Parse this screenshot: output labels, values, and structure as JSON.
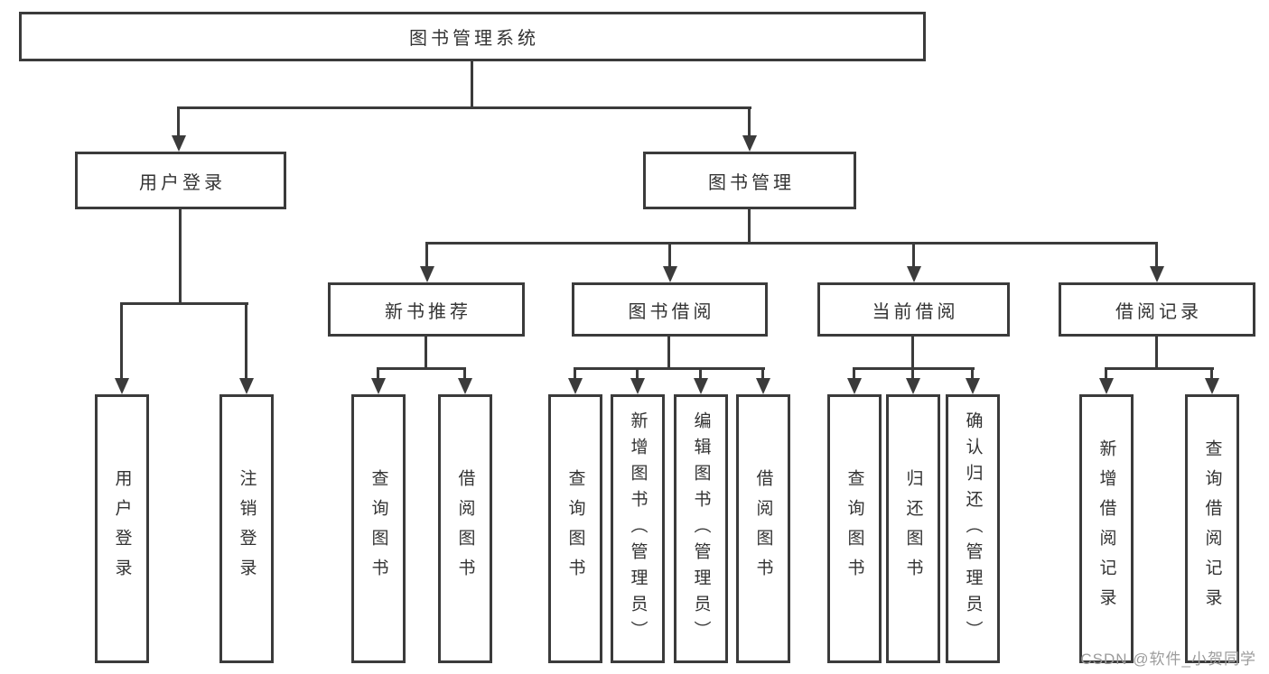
{
  "tree": {
    "root": {
      "label": "图书管理系统"
    },
    "branches": [
      {
        "label": "用户登录",
        "children": [
          {
            "label": "用户登录"
          },
          {
            "label": "注销登录"
          }
        ]
      },
      {
        "label": "图书管理",
        "children": [
          {
            "label": "新书推荐",
            "children": [
              {
                "label": "查询图书"
              },
              {
                "label": "借阅图书"
              }
            ]
          },
          {
            "label": "图书借阅",
            "children": [
              {
                "label": "查询图书"
              },
              {
                "label": "新增图书（管理员）"
              },
              {
                "label": "编辑图书（管理员）"
              },
              {
                "label": "借阅图书"
              }
            ]
          },
          {
            "label": "当前借阅",
            "children": [
              {
                "label": "查询图书"
              },
              {
                "label": "归还图书"
              },
              {
                "label": "确认归还（管理员）"
              }
            ]
          },
          {
            "label": "借阅记录",
            "children": [
              {
                "label": "新增借阅记录"
              },
              {
                "label": "查询借阅记录"
              }
            ]
          }
        ]
      }
    ]
  },
  "watermark": {
    "text": "CSDN @软件_小贺同学"
  },
  "colors": {
    "line": "#3b3b3b",
    "text": "#333333",
    "box_bg": "#ffffff",
    "page_bg": "#ffffff",
    "watermark": "#9c9c9c"
  }
}
